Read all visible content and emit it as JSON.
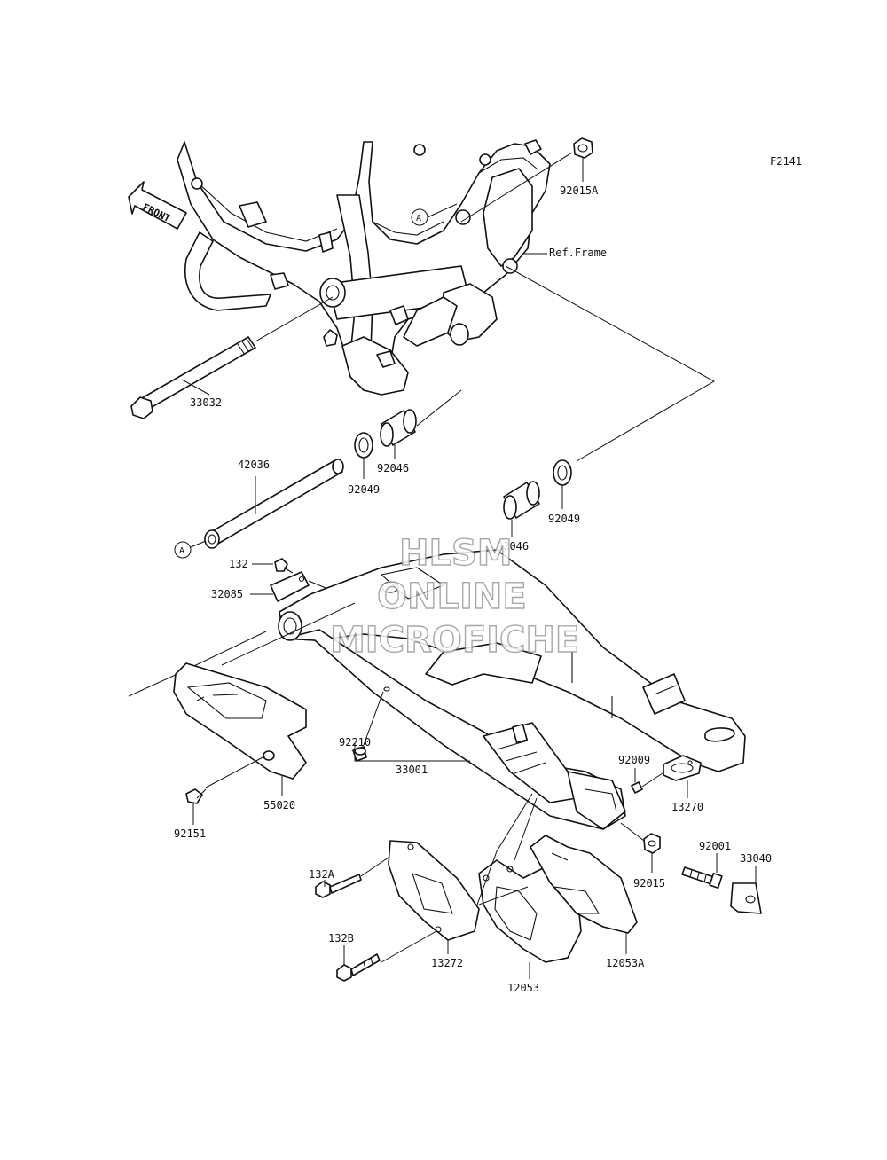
{
  "figure_code": "F2141",
  "front_label": "FRONT",
  "ref_frame": "Ref.Frame",
  "marker_letter": "A",
  "watermark": {
    "line1": "HLSM",
    "line2": "ONLINE",
    "line3": "MICROFICHE"
  },
  "parts": {
    "p33032": "33032",
    "p92015A": "92015A",
    "p42036": "42036",
    "p92049_a": "92049",
    "p92046_a": "92046",
    "p92049_b": "92049",
    "p92046_b": "92046",
    "p132": "132",
    "p32085": "32085",
    "p92210": "92210",
    "p33001": "33001",
    "p55020": "55020",
    "p92151": "92151",
    "p92009": "92009",
    "p13270": "13270",
    "p92001": "92001",
    "p33040": "33040",
    "p92015": "92015",
    "p132A": "132A",
    "p132B": "132B",
    "p13272": "13272",
    "p12053": "12053",
    "p12053A": "12053A"
  }
}
